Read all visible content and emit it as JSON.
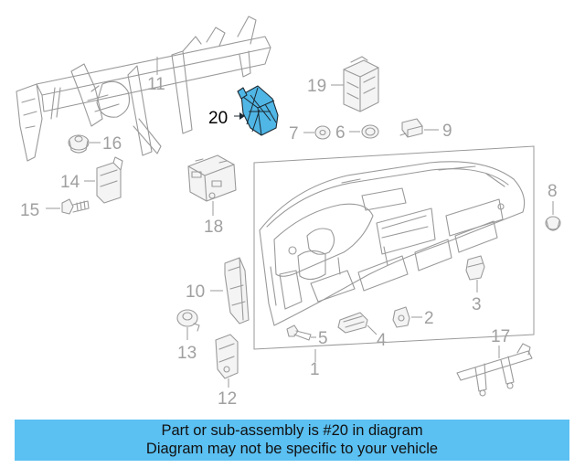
{
  "banner": {
    "line1": "Part or sub-assembly is #20 in diagram",
    "line2": "Diagram may not be specific to your vehicle"
  },
  "highlight_color": "#4fb6e6",
  "banner_color": "#5bc0f2",
  "callouts": {
    "c1": "1",
    "c2": "2",
    "c3": "3",
    "c4": "4",
    "c5": "5",
    "c6": "6",
    "c7": "7",
    "c8": "8",
    "c9": "9",
    "c10": "10",
    "c11": "11",
    "c12": "12",
    "c13": "13",
    "c14": "14",
    "c15": "15",
    "c16": "16",
    "c17": "17",
    "c18": "18",
    "c19": "19",
    "c20": "20"
  },
  "highlighted_part": "20"
}
